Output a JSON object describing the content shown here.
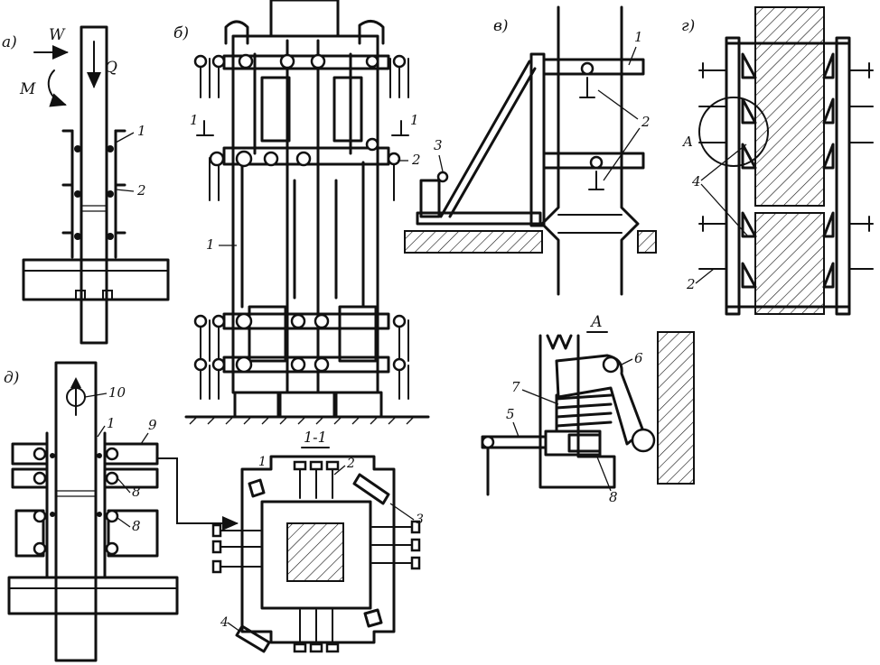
{
  "panels": {
    "a": {
      "letter": "а)",
      "W": "W",
      "Q": "Q",
      "M": "M",
      "labels": [
        "1",
        "2"
      ]
    },
    "b": {
      "letter": "б)",
      "section_marks": [
        "1",
        "1"
      ],
      "labels": [
        "2",
        "1"
      ]
    },
    "v": {
      "letter": "в)",
      "labels": [
        "1",
        "2",
        "3"
      ]
    },
    "g": {
      "letter": "г)",
      "labels": [
        "A",
        "4",
        "2"
      ]
    },
    "d": {
      "letter": "д)",
      "labels": [
        "10",
        "1",
        "9",
        "8",
        "8"
      ]
    },
    "section": {
      "title": "1-1",
      "labels": [
        "1",
        "2",
        "3",
        "4"
      ]
    },
    "detail": {
      "title": "А",
      "labels": [
        "6",
        "7",
        "5",
        "8"
      ]
    }
  }
}
